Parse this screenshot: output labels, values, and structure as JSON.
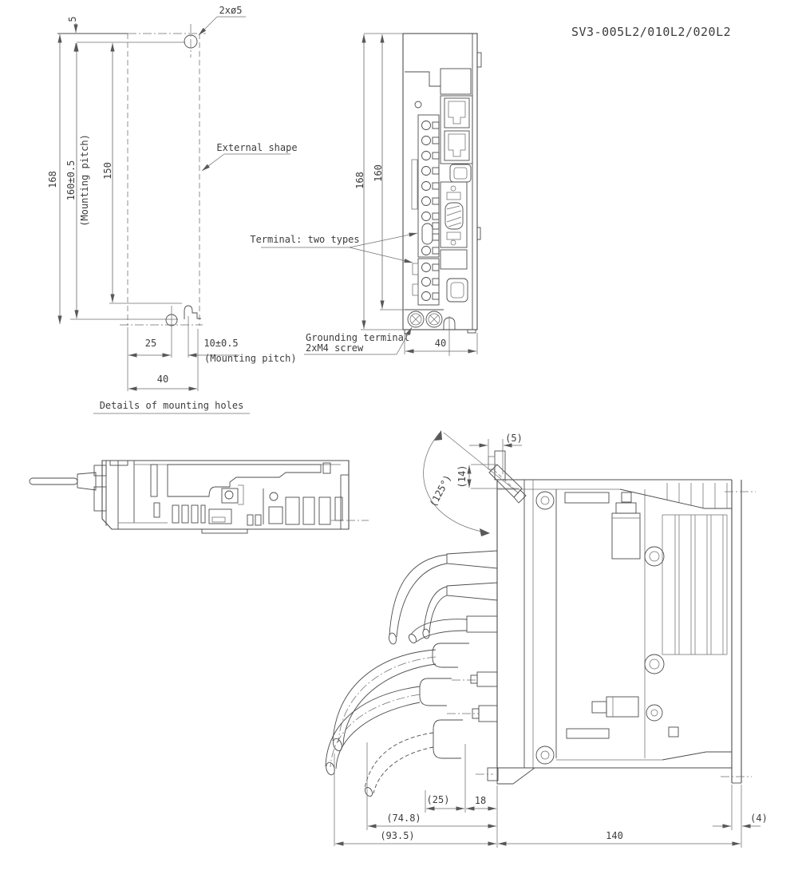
{
  "title": "SV3-005L2/010L2/020L2",
  "rear_view": {
    "caption": "Details of mounting holes",
    "hole_callout": "2xø5",
    "external_shape_label": "External shape",
    "dim_top_offset": "5",
    "dim_height": "168",
    "dim_mount_pitch": "160±0.5",
    "dim_mount_pitch_note": "(Mounting pitch)",
    "dim_inner": "150",
    "dim_hole_offset": "25",
    "dim_hole_pitch": "10±0.5",
    "dim_hole_pitch_note": "(Mounting pitch)",
    "dim_width": "40"
  },
  "front_view": {
    "terminal_label": "Terminal: two types",
    "grounding_label_1": "Grounding terminal",
    "grounding_label_2": "2xM4 screw",
    "dim_height": "168",
    "dim_inner_height": "160",
    "dim_width": "40"
  },
  "side_view": {
    "dim_lever_offset": "(5)",
    "dim_lever_height": "(14)",
    "dim_lever_angle": "(125°)",
    "dim_cable_clearance": "(25)",
    "dim_front_offset": "18",
    "dim_cable_depth": "(74.8)",
    "dim_total_front": "(93.5)",
    "dim_body_depth": "140",
    "dim_din_clip": "(4)"
  }
}
